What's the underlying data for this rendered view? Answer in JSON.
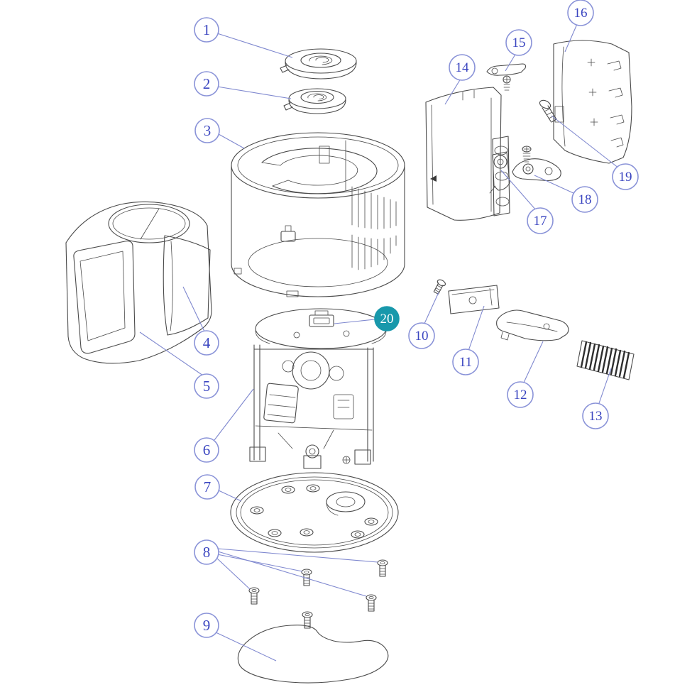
{
  "diagram": {
    "callouts": [
      {
        "id": 1,
        "label": "1",
        "highlighted": false
      },
      {
        "id": 2,
        "label": "2",
        "highlighted": false
      },
      {
        "id": 3,
        "label": "3",
        "highlighted": false
      },
      {
        "id": 4,
        "label": "4",
        "highlighted": false
      },
      {
        "id": 5,
        "label": "5",
        "highlighted": false
      },
      {
        "id": 6,
        "label": "6",
        "highlighted": false
      },
      {
        "id": 7,
        "label": "7",
        "highlighted": false
      },
      {
        "id": 8,
        "label": "8",
        "highlighted": false
      },
      {
        "id": 9,
        "label": "9",
        "highlighted": false
      },
      {
        "id": 10,
        "label": "10",
        "highlighted": false
      },
      {
        "id": 11,
        "label": "11",
        "highlighted": false
      },
      {
        "id": 12,
        "label": "12",
        "highlighted": false
      },
      {
        "id": 13,
        "label": "13",
        "highlighted": false
      },
      {
        "id": 14,
        "label": "14",
        "highlighted": false
      },
      {
        "id": 15,
        "label": "15",
        "highlighted": false
      },
      {
        "id": 16,
        "label": "16",
        "highlighted": false
      },
      {
        "id": 17,
        "label": "17",
        "highlighted": false
      },
      {
        "id": 18,
        "label": "18",
        "highlighted": false
      },
      {
        "id": 19,
        "label": "19",
        "highlighted": false
      },
      {
        "id": 20,
        "label": "20",
        "highlighted": true
      }
    ],
    "colors": {
      "line": "#4a4a4a",
      "callout_stroke": "#8a93d8",
      "callout_text": "#3a45c0",
      "leader": "#7f88cf",
      "highlight_fill": "#1898ab",
      "highlight_text": "#ffffff",
      "background": "#ffffff"
    }
  }
}
